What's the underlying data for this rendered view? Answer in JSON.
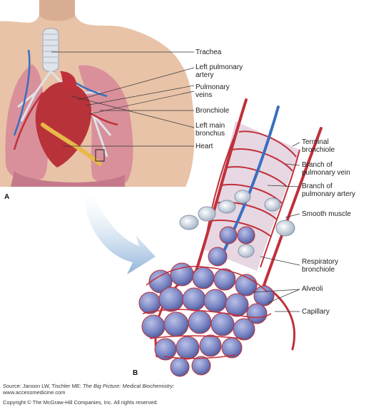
{
  "labels": {
    "trachea": "Trachea",
    "left_pulmonary_artery": "Left pulmonary\nartery",
    "pulmonary_veins": "Pulmonary\nveins",
    "bronchiole": "Bronchiole",
    "left_main_bronchus": "Left main\nbronchus",
    "heart": "Heart",
    "terminal_bronchiole": "Terminal\nbronchiole",
    "branch_pulmonary_vein": "Branch of\npulmonary vein",
    "branch_pulmonary_artery": "Branch of\npulmonary artery",
    "smooth_muscle": "Smooth muscle",
    "respiratory_bronchiole": "Respiratory\nbronchiole",
    "alveoli": "Alveoli",
    "capillary": "Capillary"
  },
  "panels": {
    "a": "A",
    "b": "B"
  },
  "source": {
    "prefix": "Source: Janson LW, Tischler ME: ",
    "title": "The Big Picture: Medical Biochemistry",
    "suffix": ":",
    "url": "www.accessmedicine.com"
  },
  "copyright": "Copyright © The McGraw-Hill Companies, Inc. All rights reserved.",
  "colors": {
    "skin": "#e8c3a8",
    "lung": "#d9909a",
    "artery": "#c0303a",
    "vein": "#3a6fbf",
    "alveoli": "#7a86c4",
    "heart": "#b8323a"
  }
}
